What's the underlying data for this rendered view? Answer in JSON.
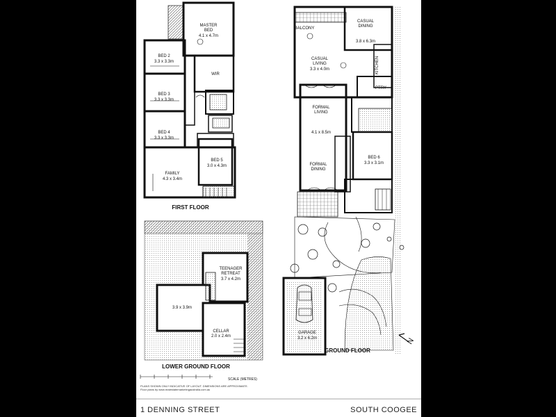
{
  "first_floor": {
    "title": "FIRST FLOOR",
    "rooms": {
      "master_bed": {
        "name": "MASTER",
        "name2": "BED",
        "size": "4.1 x 4.7m"
      },
      "bed2": {
        "name": "BED 2",
        "size": "3.3 x 3.3m"
      },
      "bed3": {
        "name": "BED 3",
        "size": "3.3 x 3.3m"
      },
      "bed4": {
        "name": "BED 4",
        "size": "3.3 x 3.3m"
      },
      "bed5": {
        "name": "BED 5",
        "size": "3.0 x 4.3m"
      },
      "wir": {
        "name": "WIR"
      },
      "family": {
        "name": "FAMILY",
        "size": "4.3 x 3.4m"
      }
    }
  },
  "ground_floor": {
    "title": "GROUND FLOOR",
    "rooms": {
      "balcony": {
        "name": "BALCONY"
      },
      "casual_dining": {
        "name": "CASUAL",
        "name2": "DINING",
        "size": "3.8 x 6.3m"
      },
      "kitchen": {
        "name": "KITCHEN"
      },
      "casual_living": {
        "name": "CASUAL",
        "name2": "LIVING",
        "size": "3.3 x 4.0m"
      },
      "ptry": {
        "name": "PTRY"
      },
      "formal_living": {
        "name": "FORMAL",
        "name2": "LIVING",
        "size": "4.1 x 8.5m"
      },
      "formal_dining": {
        "name": "FORMAL",
        "name2": "DINING"
      },
      "bed6": {
        "name": "BED 6",
        "size": "3.3 x 3.1m"
      },
      "garage": {
        "name": "GARAGE",
        "size": "3.2 x 6.2m"
      }
    }
  },
  "lower_ground_floor": {
    "title": "LOWER GROUND FLOOR",
    "rooms": {
      "teenager_retreat": {
        "name": "TEENAGER",
        "name2": "RETREAT",
        "size": "3.7 x 4.2m"
      },
      "room": {
        "size": "3.9 x 3.9m"
      },
      "cellar": {
        "name": "CELLAR",
        "size": "2.0 x 2.4m"
      }
    }
  },
  "scale": {
    "label": "SCALE (METRES)"
  },
  "disclaimer": {
    "line1": "PLANS SHOWN ONLY INDICATIVE OF LAYOUT. DIMENSIONS ARE APPROXIMATE.",
    "line2": "Floor plans by www.realestatemarketingaustralia.com.au"
  },
  "footer": {
    "address": "1 DENNING STREET",
    "suburb": "SOUTH COOGEE"
  },
  "compass": {
    "letter": "N"
  }
}
